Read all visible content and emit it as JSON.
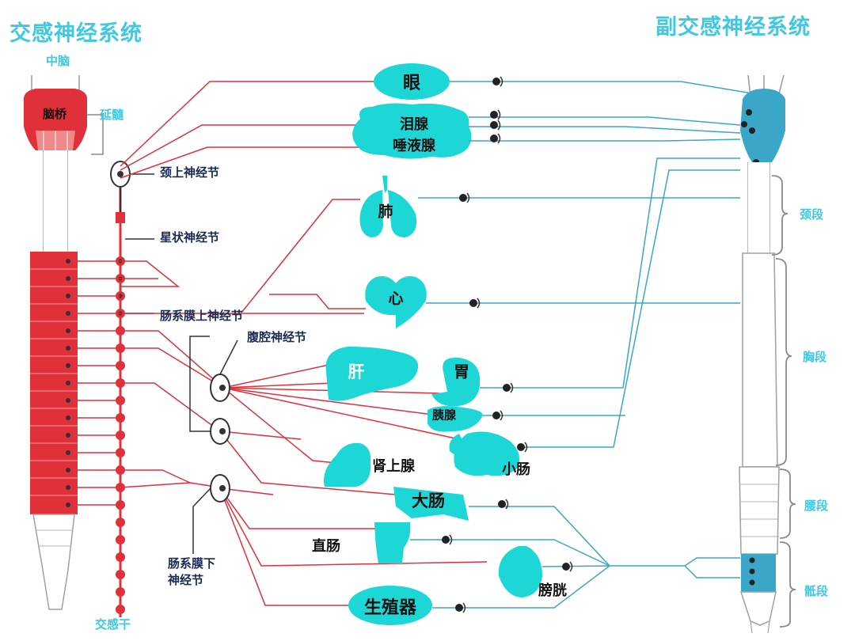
{
  "titles": {
    "sympathetic": "交感神经系统",
    "parasympathetic": "副交感神经系统"
  },
  "brain_labels": {
    "midbrain": "中脑",
    "pons": "脑桥",
    "medulla": "延髓"
  },
  "ganglia": {
    "superior_cervical": "颈上神经节",
    "stellate": "星状神经节",
    "superior_mesenteric": "肠系膜上神经节",
    "celiac": "腹腔神经节",
    "inferior_mesenteric": "肠系膜下\n神经节",
    "sympathetic_trunk": "交感干"
  },
  "organs": {
    "eye": "眼",
    "lacrimal": "泪腺",
    "salivary": "唾液腺",
    "lung": "肺",
    "heart": "心",
    "liver": "肝",
    "stomach": "胃",
    "pancreas": "胰腺",
    "adrenal": "肾上腺",
    "small_intestine": "小肠",
    "large_intestine": "大肠",
    "rectum": "直肠",
    "bladder": "膀胱",
    "genitals": "生殖器"
  },
  "spine_segments": {
    "cervical": "颈段",
    "thoracic": "胸段",
    "lumbar": "腰段",
    "sacral": "骶段"
  },
  "colors": {
    "sympathetic": "#e0303a",
    "parasympathetic": "#3aa6c8",
    "organ": "#1dd6d6",
    "title": "#3ec8e2",
    "label_dark": "#1b2a55"
  }
}
